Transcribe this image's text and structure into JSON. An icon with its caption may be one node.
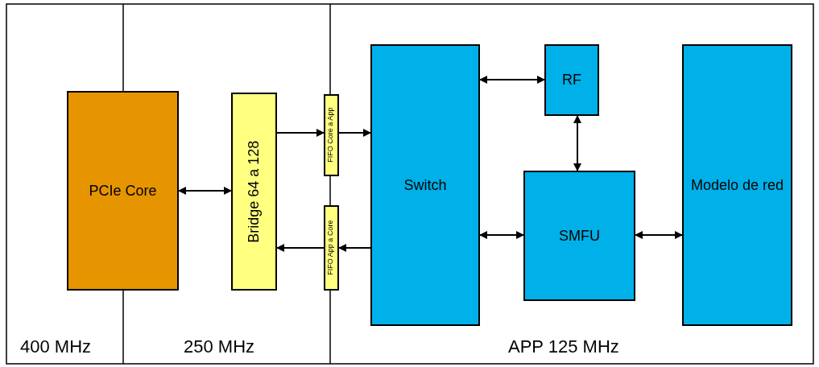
{
  "diagram": {
    "nodes": [
      {
        "text": [
          "PCIe Core"
        ]
      },
      {
        "text": [
          "Bridge 64 a 128"
        ]
      },
      {
        "text": [
          "FIFO Core a App"
        ]
      },
      {
        "text": [
          "FIFO App a Core"
        ]
      },
      {
        "text": [
          "Switch"
        ]
      },
      {
        "text": [
          "RF"
        ]
      },
      {
        "text": [
          "SMFU"
        ]
      },
      {
        "text": [
          "Modelo de red"
        ]
      }
    ],
    "edges": [
      {
        "from": 0,
        "to": 1,
        "arrow": "both"
      },
      {
        "from": 1,
        "to": 2,
        "arrow": "to"
      },
      {
        "from": 2,
        "to": 4,
        "arrow": "to"
      },
      {
        "from": 4,
        "to": 3,
        "arrow": "to"
      },
      {
        "from": 3,
        "to": 1,
        "arrow": "to"
      },
      {
        "from": 4,
        "to": 5,
        "arrow": "both"
      },
      {
        "from": 5,
        "to": 6,
        "arrow": "both"
      },
      {
        "from": 4,
        "to": 6,
        "arrow": "both"
      },
      {
        "from": 6,
        "to": 7,
        "arrow": "both"
      }
    ],
    "labels": [
      "400 MHz",
      "250 MHz",
      "APP 125 MHz"
    ]
  }
}
